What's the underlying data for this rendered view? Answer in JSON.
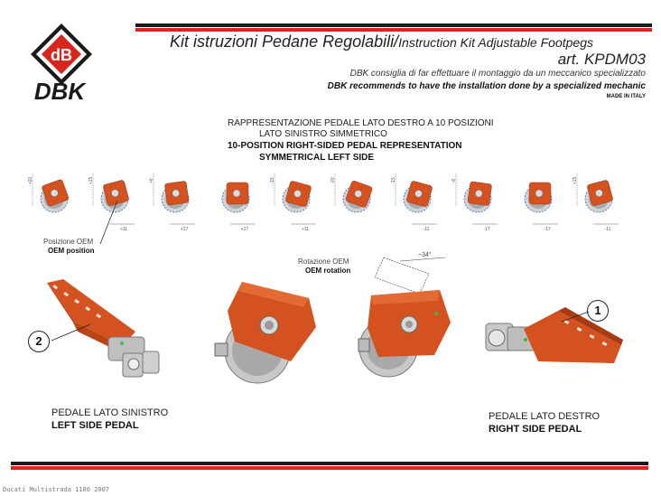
{
  "brand": {
    "name": "DBK",
    "emblem": "dB",
    "colors": {
      "red": "#d9261c",
      "orange": "#d4521f",
      "dark": "#1a1a1a"
    }
  },
  "header": {
    "title_it": "Kit istruzioni Pedane Regolabili/",
    "title_en": "Instruction Kit Adjustable Footpegs",
    "article": "art. KPDM03",
    "note_it": "DBK consiglia di far effettuare il montaggio da un meccanico specializzato",
    "note_en": "DBK recommends to have the installation done by a specialized mechanic",
    "made_in": "MADE IN ITALY"
  },
  "representation": {
    "line1": "RAPPRESENTAZIONE PEDALE LATO DESTRO A 10 POSIZIONI",
    "line2": "LATO SINISTRO SIMMETRICO",
    "line3": "10-POSITION RIGHT-SIDED PEDAL REPRESENTATION",
    "line4": "SYMMETRICAL LEFT SIDE"
  },
  "positions": [
    {
      "v": "+20",
      "h": ""
    },
    {
      "v": "+15",
      "h": "+11"
    },
    {
      "v": "+6",
      "h": "+17"
    },
    {
      "v": "",
      "h": "+17"
    },
    {
      "v": "-15",
      "h": "+11"
    },
    {
      "v": "-20",
      "h": ""
    },
    {
      "v": "-15",
      "h": "-11"
    },
    {
      "v": "-6",
      "h": "-17"
    },
    {
      "v": "",
      "h": "-17"
    },
    {
      "v": "+15",
      "h": "-11"
    }
  ],
  "labels": {
    "oem_position_it": "Posizione OEM",
    "oem_position_en": "OEM position",
    "oem_rotation_it": "Rotazione OEM",
    "oem_rotation_en": "OEM rotation",
    "angle": "~34°"
  },
  "pedals": {
    "left": {
      "number": "2",
      "label_it": "PEDALE LATO SINISTRO",
      "label_en": "LEFT SIDE PEDAL"
    },
    "right": {
      "number": "1",
      "label_it": "PEDALE LATO DESTRO",
      "label_en": "RIGHT SIDE PEDAL"
    }
  },
  "footer": "Ducati Multistrada 1100 2007"
}
